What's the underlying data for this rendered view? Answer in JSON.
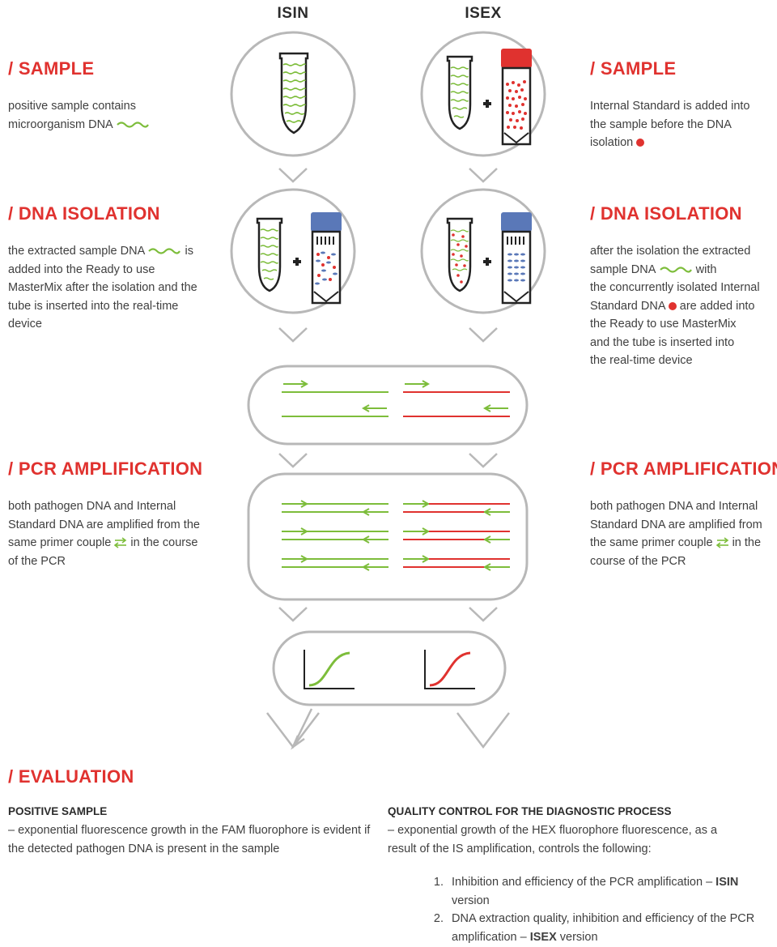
{
  "columns": {
    "left": "ISIN",
    "right": "ISEX"
  },
  "sections": {
    "sample_left": {
      "title": "/  SAMPLE",
      "text": "positive sample contains microorganism DNA"
    },
    "sample_right": {
      "title": "/  SAMPLE",
      "text_a": "Internal Standard is added into the sample before the DNA isolation"
    },
    "isolation_left": {
      "title": "/  DNA ISOLATION",
      "line1": "the extracted sample DNA",
      "rest": "is added into the Ready to use MasterMix after the isolation and the tube is inserted into the real-time device"
    },
    "isolation_right": {
      "title": "/  DNA ISOLATION",
      "line1": "after the isolation the extracted",
      "line2a": "sample DNA",
      "line2b": "with",
      "line3": "the concurrently isolated Internal",
      "line4a": "Standard DNA",
      "line4b": "are added into",
      "rest": "the Ready to use MasterMix and the tube is inserted into the real-time device"
    },
    "pcr_left": {
      "title": "/  PCR AMPLIFICATION",
      "text_a": "both pathogen DNA and Internal Standard DNA are amplified from the same primer couple",
      "text_b": "in the course of the PCR"
    },
    "pcr_right": {
      "title": "/  PCR AMPLIFICATION",
      "text_a": "both pathogen DNA and Internal Standard DNA are amplified from the same primer couple",
      "text_b": "in the course of the PCR"
    },
    "evaluation": {
      "title": "/  EVALUATION"
    }
  },
  "positive": {
    "heading": "POSITIVE SAMPLE",
    "text": "– exponential fluorescence growth in the FAM fluorophore is evident if the detected pathogen DNA is present in the sample"
  },
  "quality": {
    "heading": "QUALITY CONTROL FOR THE DIAGNOSTIC PROCESS",
    "text": "– exponential growth of the HEX fluorophore fluorescence, as a result of the IS amplification, controls the following:",
    "items": [
      {
        "a": "Inhibition and efficiency of the PCR amplification –",
        "b": "ISIN",
        "c": " version"
      },
      {
        "a": "DNA extraction quality, inhibition and efficiency of the PCR amplification –",
        "b": "ISEX",
        "c": " version"
      }
    ]
  },
  "colors": {
    "accent": "#e0322f",
    "green": "#7dbd3b",
    "red": "#e0322f",
    "blue": "#5a78b8",
    "outline": "#b8b8b8",
    "dark": "#222222"
  }
}
